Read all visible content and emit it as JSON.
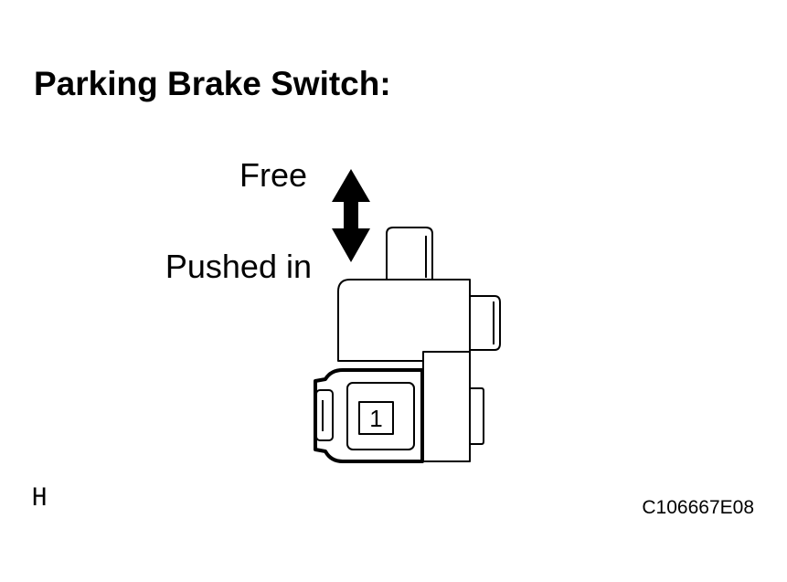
{
  "title": "Parking Brake Switch:",
  "labels": {
    "free": "Free",
    "pushed_in": "Pushed in"
  },
  "connector": {
    "pin": "1"
  },
  "corner_mark": "H",
  "figure_code": "C106667E08",
  "icons": {
    "direction_arrow": "double-headed-vertical-arrow-icon"
  },
  "colors": {
    "line": "#000000",
    "background": "#ffffff"
  }
}
